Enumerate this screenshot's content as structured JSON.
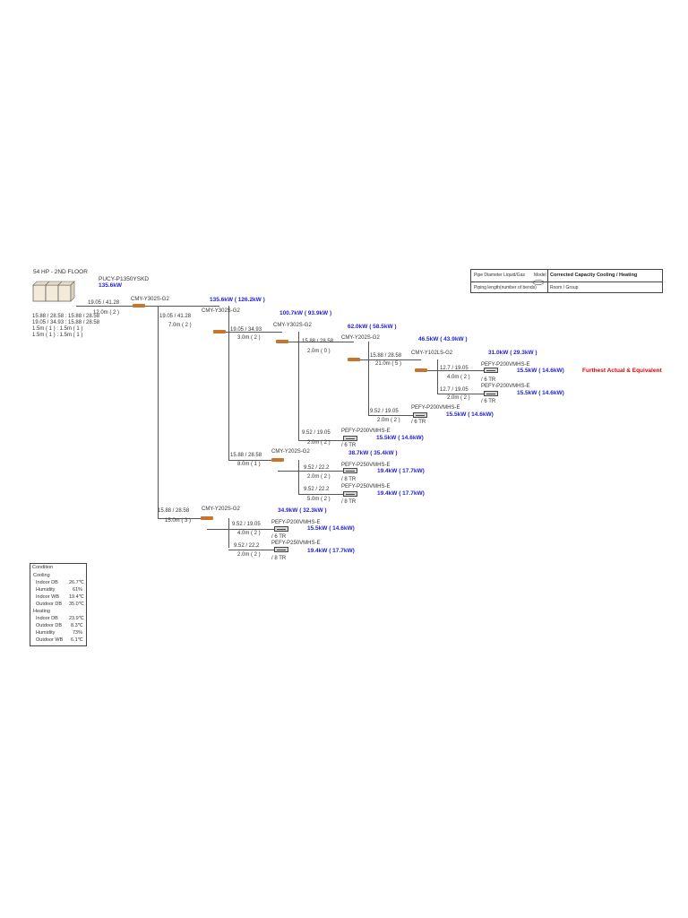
{
  "header": {
    "system_label": "54 HP - 2ND FLOOR",
    "outdoor_model": "PUCY-P1350YSKD",
    "outdoor_capacity": "135.6kW",
    "main_pipe": "19.05 / 41.28",
    "main_len": "12.0m ( 2 )",
    "out_detail_1": "15.88 / 28.58 : 15.88 / 28.58",
    "out_detail_2": "19.05 / 34.93 : 15.88 / 28.58",
    "out_detail_3": "1.5m ( 1 ) : 1.5m ( 1 )",
    "out_detail_4": "1.5m ( 1 ) : 1.5m ( 1 )"
  },
  "legend": {
    "pipe_diam": "Pipe Diameter Liquid/Gas",
    "model": "Model",
    "capacity_title": "Corrected Capacity Cooling / Heating",
    "piping_len": "Piping length(number of bends)",
    "room": "Room / Group"
  },
  "joints": [
    {
      "model": "CMY-Y302S-G2",
      "capacity": "135.6kW ( 126.2kW )"
    },
    {
      "model": "CMY-Y302S-G2",
      "capacity": "100.7kW ( 93.9kW )"
    },
    {
      "model": "CMY-Y302S-G2",
      "capacity": "62.0kW ( 58.5kW )"
    },
    {
      "model": "CMY-Y202S-G2",
      "capacity": "46.5kW ( 43.9kW )"
    },
    {
      "model": "CMY-Y102LS-G2",
      "capacity": "31.0kW ( 29.3kW )"
    },
    {
      "model": "CMY-Y202S-G2",
      "capacity": "38.7kW ( 35.4kW )"
    },
    {
      "model": "CMY-Y202S-G2",
      "capacity": "34.9kW ( 32.3kW )"
    }
  ],
  "pipes": [
    {
      "dia": "19.05 / 41.28",
      "len": "7.0m ( 2 )"
    },
    {
      "dia": "19.05 / 34.93",
      "len": "3.0m ( 2 )"
    },
    {
      "dia": "15.88 / 28.58",
      "len": "2.0m ( 0 )"
    },
    {
      "dia": "15.88 / 28.58",
      "len": "21.0m ( 5 )"
    },
    {
      "dia": "12.7 / 19.05",
      "len": "4.0m ( 2 )"
    },
    {
      "dia": "12.7 / 19.05",
      "len": "2.0m ( 2 )"
    },
    {
      "dia": "9.52 / 19.05",
      "len": "2.0m ( 2 )"
    },
    {
      "dia": "9.52 / 19.05",
      "len": "2.0m ( 2 )"
    },
    {
      "dia": "15.88 / 28.58",
      "len": "8.0m ( 1 )"
    },
    {
      "dia": "9.52 / 22.2",
      "len": "2.0m ( 2 )"
    },
    {
      "dia": "9.52 / 22.2",
      "len": "5.0m ( 2 )"
    },
    {
      "dia": "15.88 / 28.58",
      "len": "15.0m ( 3 )"
    },
    {
      "dia": "9.52 / 19.05",
      "len": "4.0m ( 2 )"
    },
    {
      "dia": "9.52 / 22.2",
      "len": "2.0m ( 2 )"
    }
  ],
  "indoor_units": [
    {
      "model": "PEFY-P200VMHS-E",
      "capacity": "15.5kW ( 14.6kW)",
      "room": "/ 6 TR"
    },
    {
      "model": "PEFY-P200VMHS-E",
      "capacity": "15.5kW ( 14.6kW)",
      "room": "/ 6 TR"
    },
    {
      "model": "PEFY-P200VMHS-E",
      "capacity": "15.5kW ( 14.6kW)",
      "room": "/ 6 TR"
    },
    {
      "model": "PEFY-P200VMHS-E",
      "capacity": "15.5kW ( 14.6kW)",
      "room": "/ 6 TR"
    },
    {
      "model": "PEFY-P250VMHS-E",
      "capacity": "19.4kW ( 17.7kW)",
      "room": "/ 8 TR"
    },
    {
      "model": "PEFY-P250VMHS-E",
      "capacity": "19.4kW ( 17.7kW)",
      "room": "/ 8 TR"
    },
    {
      "model": "PEFY-P200VMHS-E",
      "capacity": "15.5kW ( 14.6kW)",
      "room": "/ 6 TR"
    },
    {
      "model": "PEFY-P250VMHS-E",
      "capacity": "19.4kW ( 17.7kW)",
      "room": "/ 8 TR"
    }
  ],
  "furthest_note": "Furthest Actual & Equivalent",
  "condition": {
    "title": "Condition",
    "cooling": "Cooling",
    "heating": "Heating",
    "rows_cool": [
      {
        "label": "Indoor DB",
        "value": "26.7℃"
      },
      {
        "label": "Humidity",
        "value": "61%"
      },
      {
        "label": "Indoor WB",
        "value": "19.4℃"
      },
      {
        "label": "Outdoor DB",
        "value": "35.0℃"
      }
    ],
    "rows_heat": [
      {
        "label": "Indoor DB",
        "value": "23.9℃"
      },
      {
        "label": "Outdoor DB",
        "value": "8.3℃"
      },
      {
        "label": "Humidity",
        "value": "73%"
      },
      {
        "label": "Outdoor WB",
        "value": "6.1℃"
      }
    ]
  }
}
